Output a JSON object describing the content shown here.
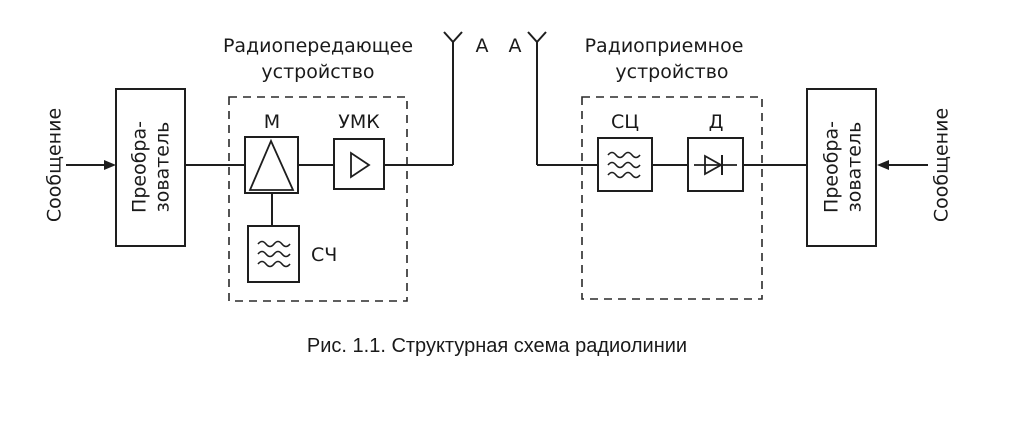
{
  "diagram": {
    "left_message": "Сообщение",
    "right_message": "Сообщение",
    "left_converter": [
      "Преобра-",
      "зователь"
    ],
    "right_converter": [
      "Преобра-",
      "зователь"
    ],
    "transmitter_title": [
      "Радиопередающее",
      "устройство"
    ],
    "receiver_title": [
      "Радиоприемное",
      "устройство"
    ],
    "modulator": "М",
    "amplifier": "УМК",
    "synthesizer": "СЧ",
    "matching_circuit": "СЦ",
    "detector": "Д",
    "antenna_tx": "А",
    "antenna_rx": "А"
  },
  "caption": "Рис. 1.1. Структурная схема радиолинии"
}
